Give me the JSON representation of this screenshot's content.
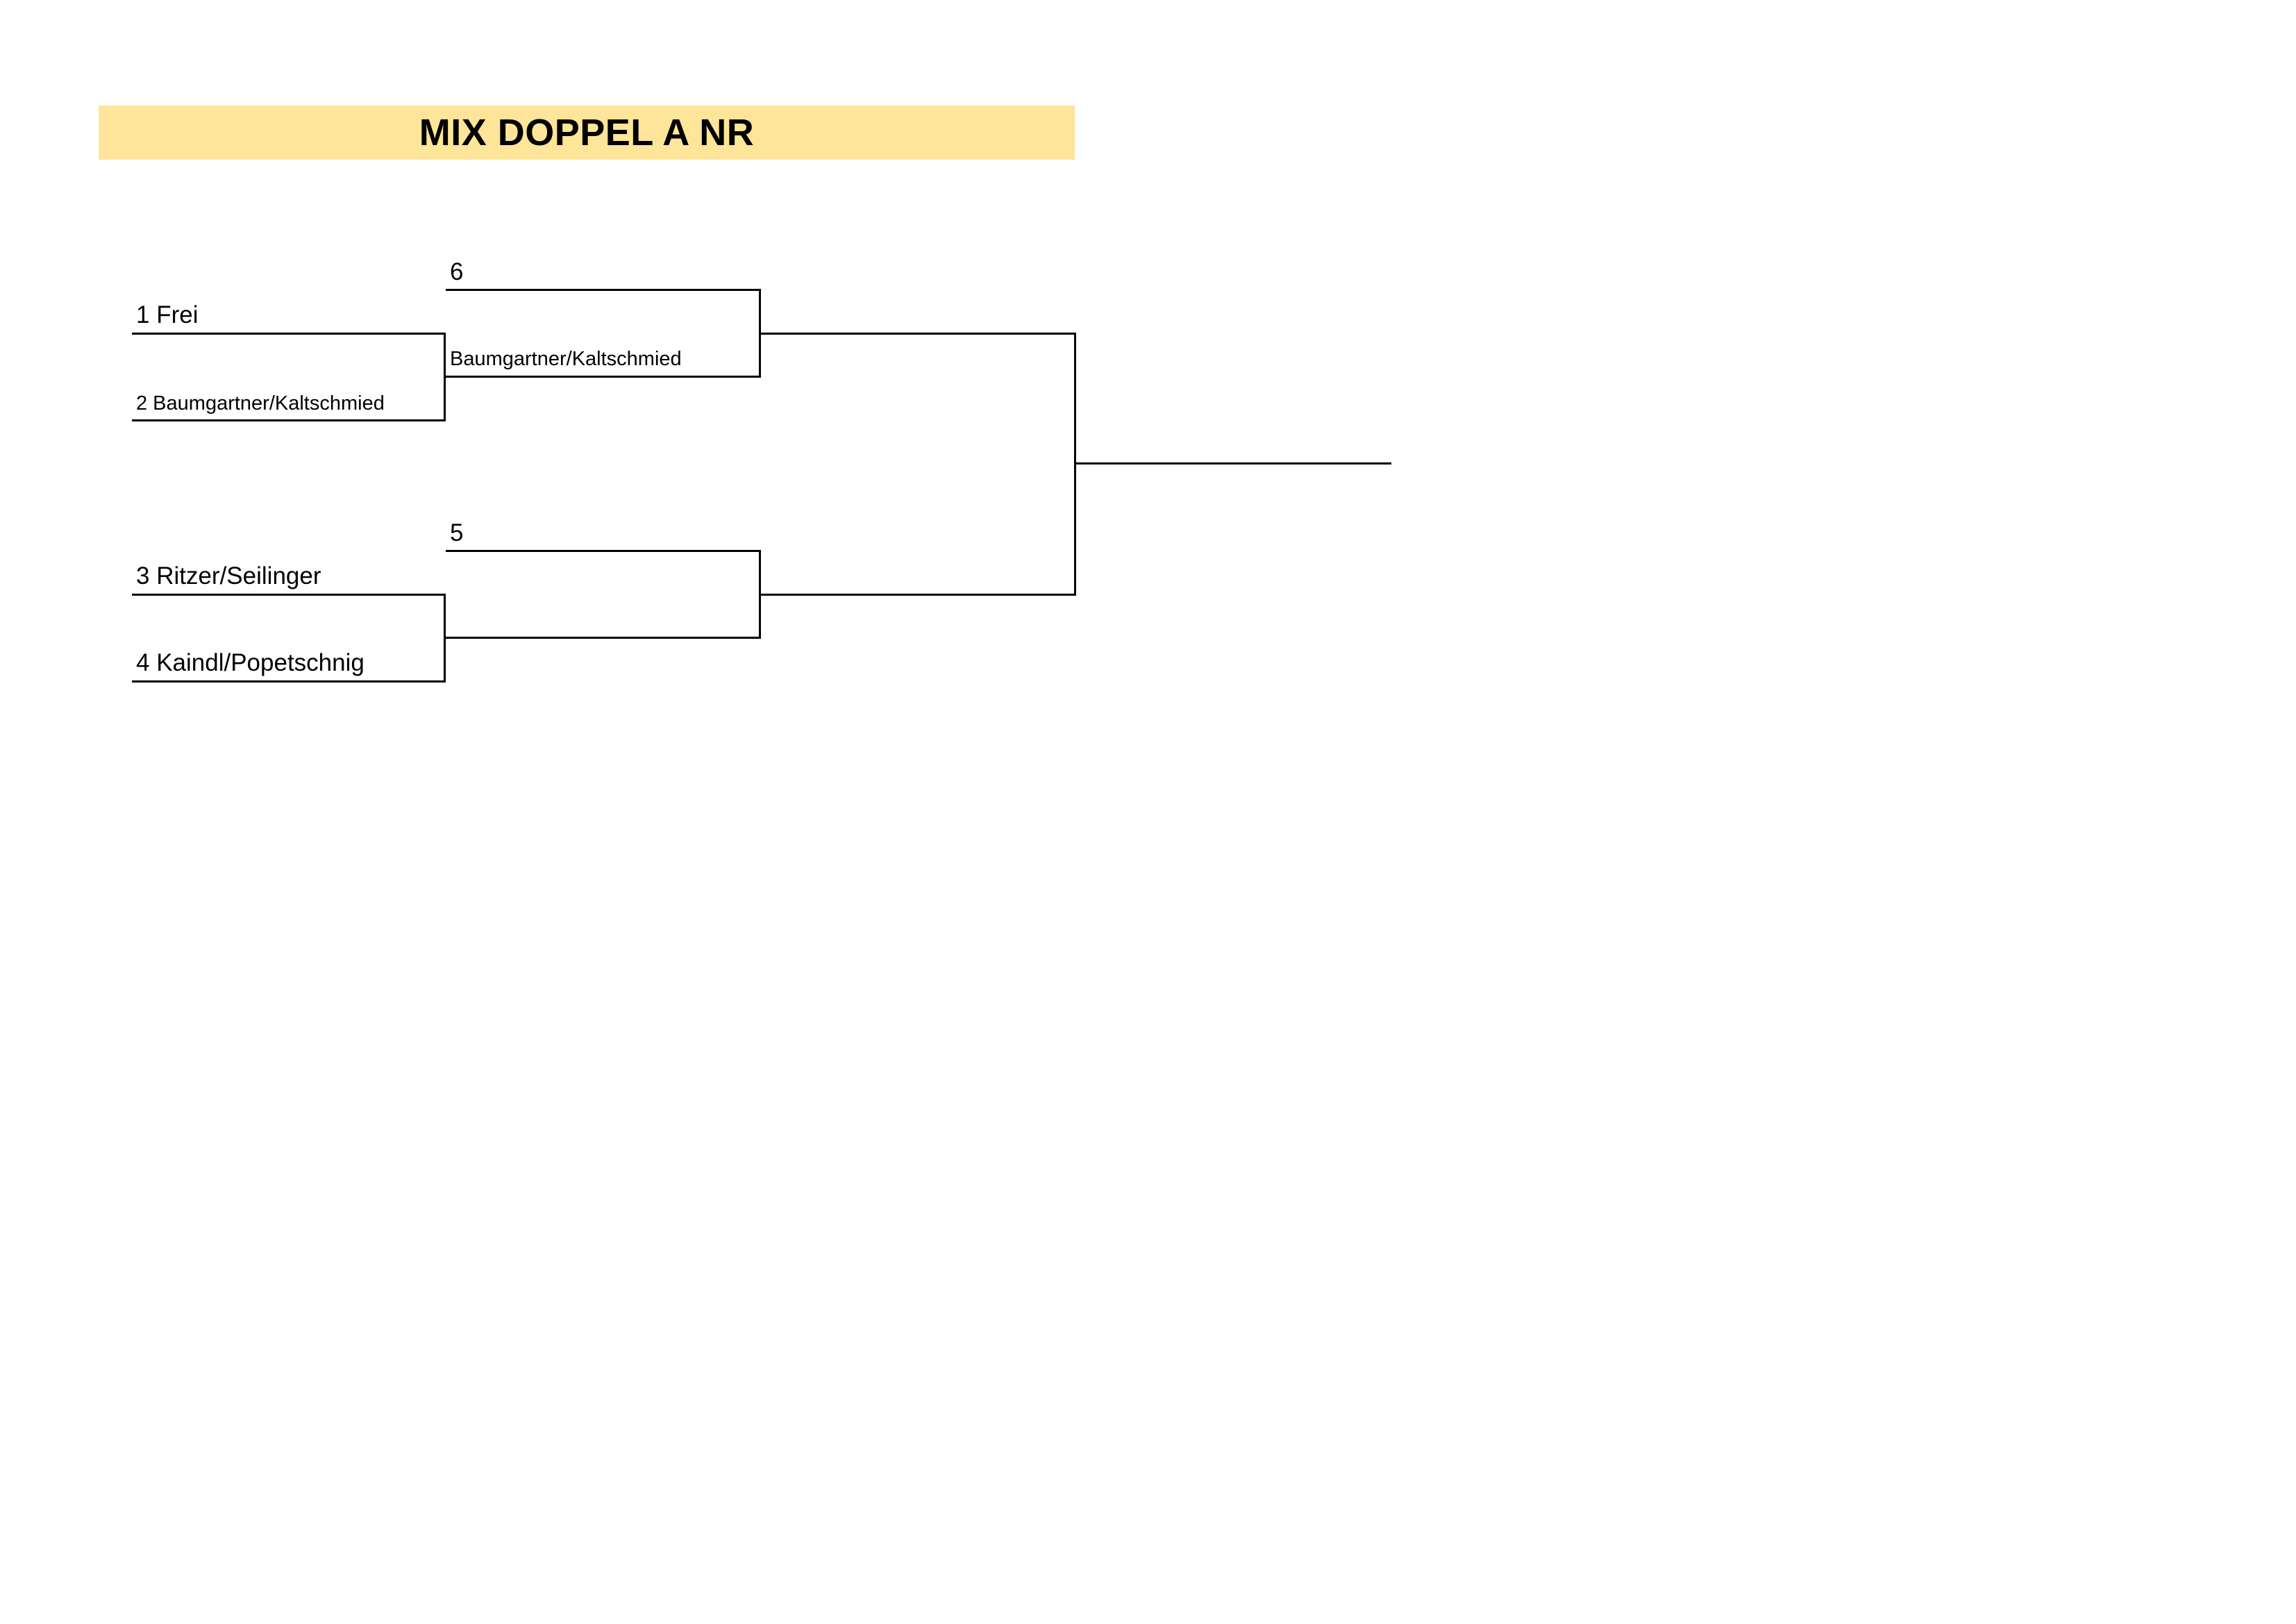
{
  "title": "MIX DOPPEL A NR",
  "round1": {
    "match1": {
      "top": "1 Frei",
      "bottom": "2 Baumgartner/Kaltschmied"
    },
    "match2": {
      "top": "3 Ritzer/Seilinger",
      "bottom": "4 Kaindl/Popetschnig"
    }
  },
  "round2": {
    "slot1": {
      "match_number": "6",
      "winner": "Baumgartner/Kaltschmied"
    },
    "slot2": {
      "match_number": "5",
      "winner": ""
    }
  },
  "final": {
    "winner": ""
  },
  "colors": {
    "title_background": "#fee599",
    "lines": "#000000"
  }
}
